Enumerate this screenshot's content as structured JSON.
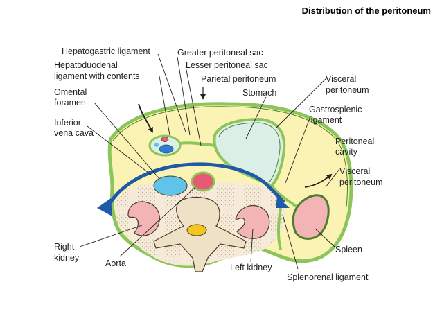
{
  "slide": {
    "title": "Distribution of the peritoneum"
  },
  "labels": {
    "hepatogastric": "Hepatogastric ligament",
    "greater_sac": "Greater peritoneal sac",
    "hepatoduodenal_1": "Hepatoduodenal",
    "hepatoduodenal_2": "ligament with contents",
    "lesser_sac": "Lesser peritoneal sac",
    "omental_1": "Omental",
    "omental_2": "foramen",
    "parietal": "Parietal peritoneum",
    "stomach": "Stomach",
    "visceral_top_1": "Visceral",
    "visceral_top_2": "peritoneum",
    "gastrosplenic_1": "Gastrosplenic",
    "gastrosplenic_2": "ligament",
    "ivc_1": "Inferior",
    "ivc_2": "vena cava",
    "cavity_1": "Peritoneal",
    "cavity_2": "cavity",
    "visceral_right_1": "Visceral",
    "visceral_right_2": "peritoneum",
    "right_kidney_1": "Right",
    "right_kidney_2": "kidney",
    "aorta": "Aorta",
    "left_kidney": "Left kidney",
    "spleen": "Spleen",
    "splenorenal": "Splenorenal ligament"
  },
  "colors": {
    "cavity": "#fbf3b3",
    "peritoneum": "#8cc65a",
    "stomach": "#dcefe6",
    "kidney": "#f2b4b4",
    "spleen": "#f2b4b4",
    "ivc": "#5ec4ea",
    "aorta": "#e65a73",
    "vertebra": "#efe1c5",
    "retro": "#f5e9d6",
    "arrow": "#1f5aa8"
  }
}
